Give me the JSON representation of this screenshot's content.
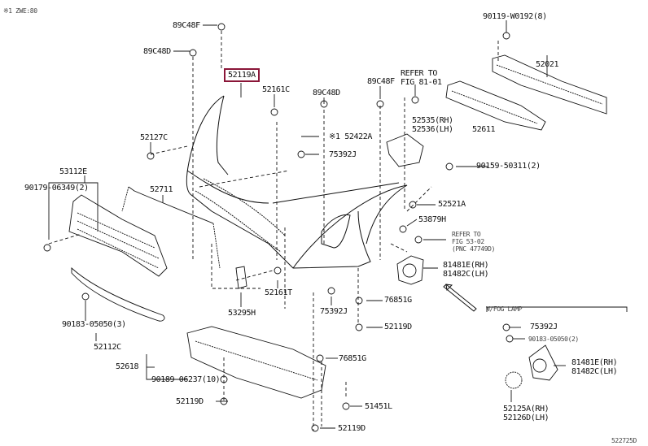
{
  "header_note": "※1 ZWE:80",
  "figure_code": "522725D",
  "highlight_color": "#8a1538",
  "labels": {
    "p89C48F_top": "89C48F",
    "p89C48D_top": "89C48D",
    "p52119A": "52119A",
    "p52161C": "52161C",
    "p89C48D_mid": "89C48D",
    "p89C48F_mid": "89C48F",
    "refer_fig81": "REFER TO\nFIG 81-01",
    "p90119": "90119-W0192(8)",
    "p52021": "52021",
    "p52535": "52535(RH)\n52536(LH)",
    "p52611": "52611",
    "p90159": "90159-50311(2)",
    "p52127C": "52127C",
    "p52422A": "※1 52422A",
    "p75392J_top": "75392J",
    "p53112E": "53112E",
    "p90179": "90179-06349(2)",
    "p52711": "52711",
    "p52521A": "52521A",
    "p53879H": "53879H",
    "refer_fig53": "REFER TO\nFIG 53-02\n(PNC 47749D)",
    "p81481E_main": "81481E(RH)\n81482C(LH)",
    "p53295H": "53295H",
    "p52161T": "52161T",
    "p75392J_low": "75392J",
    "p76851G_a": "76851G",
    "p52119D_a": "52119D",
    "p90183_left": "90183-05050(3)",
    "p52112C": "52112C",
    "p52618": "52618",
    "p90189": "90189-06237(10)",
    "p52119D_b": "52119D",
    "p76851G_b": "76851G",
    "p51451L": "51451L",
    "p52119D_c": "52119D",
    "fog_title": "W/FOG LAMP",
    "p75392J_fog": "75392J",
    "p90183_fog": "90183-05050(2)",
    "p81481E_fog": "81481E(RH)\n81482C(LH)",
    "p52125A": "52125A(RH)\n52126D(LH)"
  }
}
